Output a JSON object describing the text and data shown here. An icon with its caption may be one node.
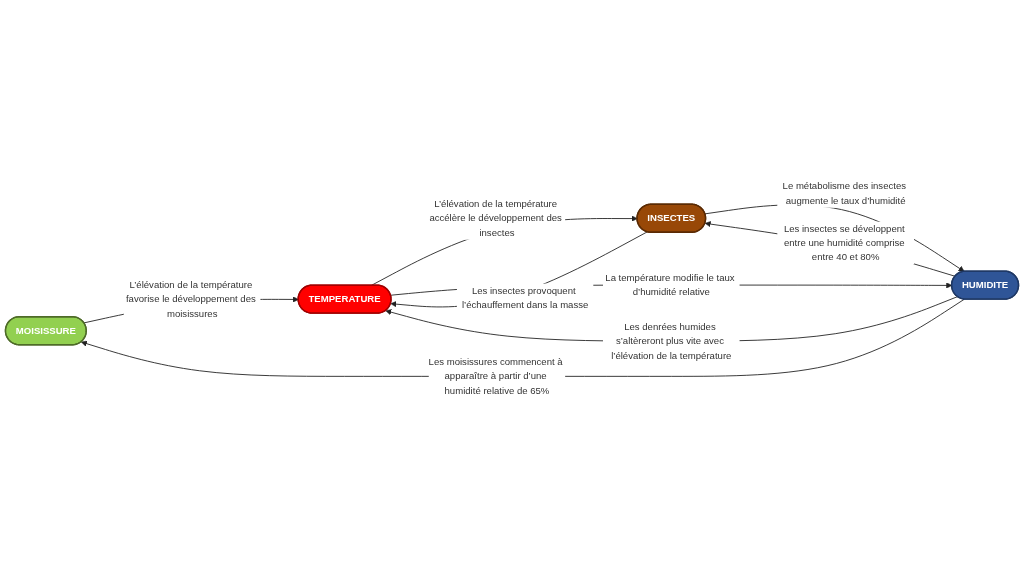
{
  "diagram": {
    "nodes": [
      {
        "text": [
          "MOISISSURE"
        ]
      },
      {
        "text": [
          "TEMPERATURE"
        ]
      },
      {
        "text": [
          "INSECTES"
        ]
      },
      {
        "text": [
          "HUMIDITE"
        ]
      }
    ],
    "edges": [
      {
        "from": 0,
        "to": 1,
        "arrow": "to",
        "label": "L’élévation de la température favorise le développement des moisissures"
      },
      {
        "from": 2,
        "to": 1,
        "arrow": "to",
        "label": "Les insectes provoquent l’échauffement dans la masse"
      },
      {
        "from": 1,
        "to": 2,
        "arrow": "to",
        "label": "L’élévation de la température accélère le développement des insectes"
      },
      {
        "from": 1,
        "to": 3,
        "arrow": "to",
        "label": "La température modifie le taux d’humidité relative"
      },
      {
        "from": 3,
        "to": 1,
        "arrow": "to",
        "label": "Les denrées humides s’altèreront plus vite avec l’élévation de la température"
      },
      {
        "from": 3,
        "to": 0,
        "arrow": "to",
        "label": "Les moisissures commencent à apparaître à partir d’une humidité relative de 65%"
      },
      {
        "from": 3,
        "to": 2,
        "arrow": "to",
        "label": "Les insectes se développent entre une humidité comprise entre 40 et 80%"
      },
      {
        "from": 2,
        "to": 3,
        "arrow": "to",
        "label": "Le métabolisme des insectes augmente le taux d’humidité"
      }
    ]
  }
}
